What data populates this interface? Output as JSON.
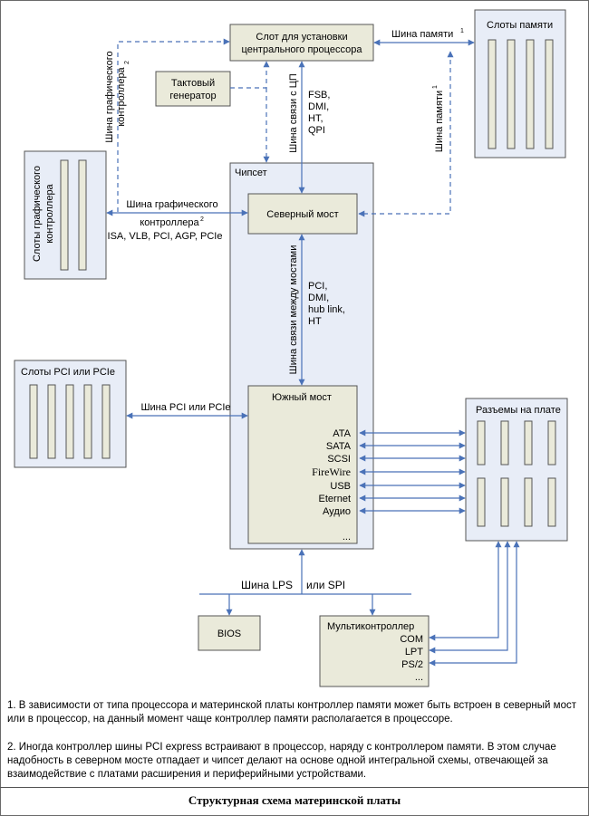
{
  "diagram": {
    "cpu_slot": [
      "Слот для установки",
      "центрального процессора"
    ],
    "memory_slots": "Слоты памяти",
    "memory_bus_top": "Шина памяти",
    "memory_bus_side": "Шина памяти",
    "footnote_mark_1": "1",
    "footnote_mark_2": "2",
    "clock_gen": [
      "Тактовый",
      "генератор"
    ],
    "cpu_bus_vertical": "Шина связи с ЦП",
    "cpu_bus_protocols": [
      "FSB,",
      "DMI,",
      "HT,",
      "QPI"
    ],
    "gfx_bus_vertical": [
      "Шина графического",
      "контроллера"
    ],
    "chipset": "Чипсет",
    "north_bridge": "Северный мост",
    "gfx_slots": [
      "Слоты графического",
      "контроллера"
    ],
    "gfx_bus_horizontal": [
      "Шина графического",
      "контроллера"
    ],
    "gfx_bus_types": "ISA, VLB, PCI, AGP, PCIe",
    "bridge_bus_vertical": "Шина связи между мостами",
    "bridge_bus_protocols": [
      "PCI,",
      "DMI,",
      "hub link,",
      "HT"
    ],
    "pci_slots": "Слоты PCI или PCIe",
    "pci_bus": "Шина PCI или PCIe",
    "south_bridge": "Южный мост",
    "south_ports": [
      "ATA",
      "SATA",
      "SCSI",
      "FireWire",
      "USB",
      "Eternet",
      "Аудио",
      "..."
    ],
    "board_connectors": "Разъемы на плате",
    "lps_bus": "Шина LPS",
    "spi_bus": "или SPI",
    "bios": "BIOS",
    "multicontroller": "Мультиконтроллер",
    "multi_ports": [
      "COM",
      "LPT",
      "PS/2",
      "..."
    ]
  },
  "footnotes": [
    "1. В зависимости от типа процессора и материнской платы контроллер памяти может быть встроен в северный мост или в процессор, на данный момент чаще контроллер памяти располагается в процессоре.",
    "2. Иногда контроллер шины PCI express встраивают в процессор, наряду с контроллером памяти. В этом случае надобность в северном мосте отпадает и чипсет делают на основе одной интегральной схемы, отвечающей за взаимодействие с платами расширения и периферийными устройствами."
  ],
  "caption": "Структурная схема материнской платы",
  "colors": {
    "line": "#4a72b8",
    "box_fill": "#e8edf7",
    "node_fill": "#eaeada",
    "border": "#555555"
  }
}
